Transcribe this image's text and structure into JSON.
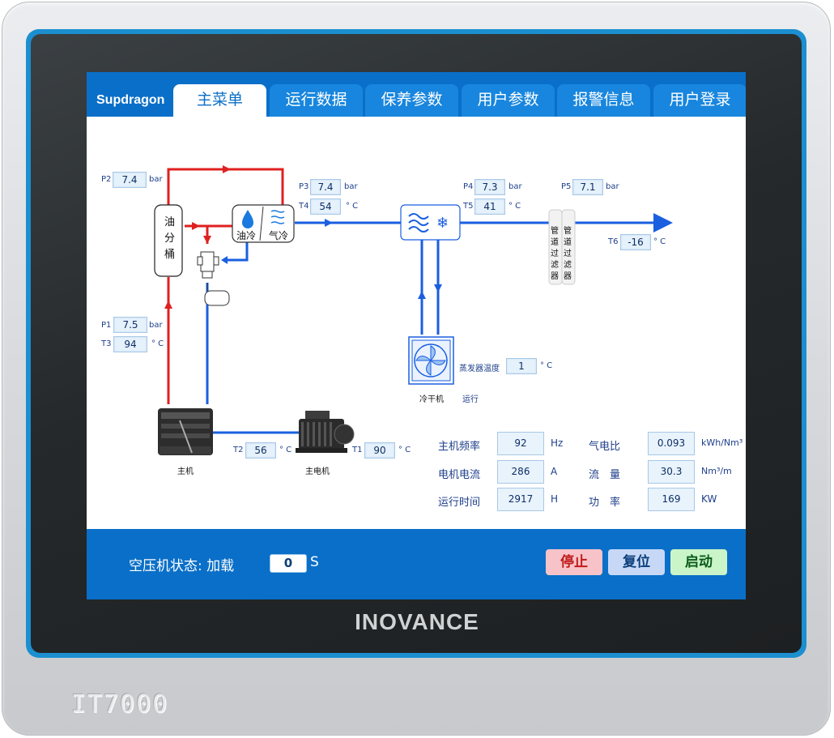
{
  "tabs": [
    {
      "label": "主菜单",
      "active": true
    },
    {
      "label": "运行数据",
      "active": false
    },
    {
      "label": "保养参数",
      "active": false
    },
    {
      "label": "用户参数",
      "active": false
    },
    {
      "label": "报警信息",
      "active": false
    },
    {
      "label": "用户登录",
      "active": false
    }
  ],
  "logo": "Supdragon",
  "device": {
    "brand": "INOVANCE",
    "model": "IT7000"
  },
  "sensors": {
    "p2": {
      "label": "P2",
      "value": "7.4",
      "unit": "bar"
    },
    "p3": {
      "label": "P3",
      "value": "7.4",
      "unit": "bar"
    },
    "t4": {
      "label": "T4",
      "value": "54",
      "unit": "° C"
    },
    "p4": {
      "label": "P4",
      "value": "7.3",
      "unit": "bar"
    },
    "t5": {
      "label": "T5",
      "value": "41",
      "unit": "° C"
    },
    "p5": {
      "label": "P5",
      "value": "7.1",
      "unit": "bar"
    },
    "t6": {
      "label": "T6",
      "value": "-16",
      "unit": "° C"
    },
    "p1": {
      "label": "P1",
      "value": "7.5",
      "unit": "bar"
    },
    "t3": {
      "label": "T3",
      "value": "94",
      "unit": "° C"
    },
    "t2": {
      "label": "T2",
      "value": "56",
      "unit": "° C"
    },
    "t1": {
      "label": "T1",
      "value": "90",
      "unit": "° C"
    },
    "evap": {
      "label": "蒸发器温度",
      "value": "1",
      "unit": "° C"
    }
  },
  "components": {
    "oil_tank": [
      "油",
      "分",
      "桶"
    ],
    "oil_cool": "油冷",
    "air_cool": "气冷",
    "filter1": [
      "管",
      "道",
      "过",
      "滤",
      "器"
    ],
    "filter2": [
      "管",
      "道",
      "过",
      "滤",
      "器"
    ],
    "dryer": "冷干机",
    "dryer_status": "运行",
    "main_unit": "主机",
    "main_motor": "主电机"
  },
  "metrics": [
    {
      "label": "主机频率",
      "value": "92",
      "unit": "Hz"
    },
    {
      "label": "电机电流",
      "value": "286",
      "unit": "A"
    },
    {
      "label": "运行时间",
      "value": "2917",
      "unit": "H"
    },
    {
      "label": "气电比",
      "value": "0.093",
      "unit": "kWh/Nm³"
    },
    {
      "label": "流　量",
      "value": "30.3",
      "unit": "Nm³/m"
    },
    {
      "label": "功　率",
      "value": "169",
      "unit": "KW"
    }
  ],
  "status": {
    "label": "空压机状态: 加载",
    "value": "0",
    "unit": "S"
  },
  "buttons": {
    "stop": "停止",
    "reset": "复位",
    "start": "启动"
  },
  "colors": {
    "accent": "#0a6fc8",
    "hot_pipe": "#e02020",
    "cold_pipe": "#1a5fe0",
    "stop": "#f7c3c8",
    "reset": "#c7d8f6",
    "start": "#c9f5c8"
  }
}
